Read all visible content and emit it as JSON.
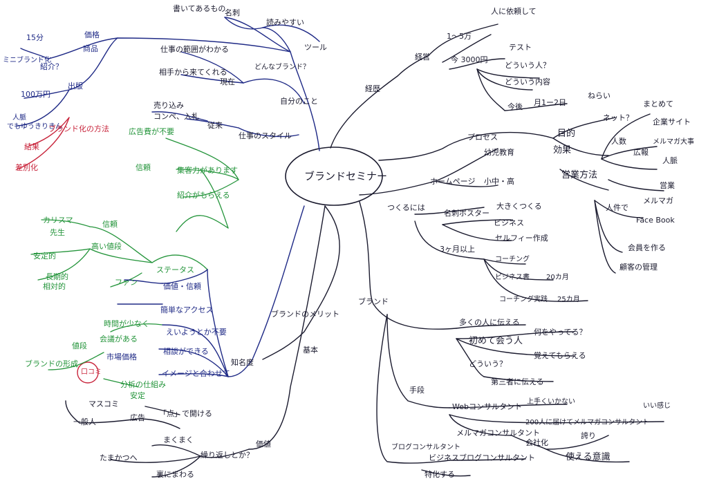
{
  "center": "ブランドセミナー",
  "left": {
    "tool": {
      "branch": "ツール",
      "items": [
        "書いてあるもの",
        "名刺",
        "読みやすい"
      ]
    },
    "jibun": {
      "branch": "自分のこと",
      "sub": "どんなブランド？",
      "items": [
        "仕事の範囲がわかる",
        "相手から来てくれる",
        "現在"
      ]
    },
    "style": {
      "branch": "仕事のスタイル",
      "sub": "従来",
      "items": [
        "売り込み",
        "コンペ、入札"
      ]
    },
    "meikaku": {
      "items": [
        "価格",
        "商品",
        "15分",
        "ミニブランド化",
        "紹介？",
        "100万円",
        "出版",
        "人脈",
        "でもゆうきりきん",
        "ブランド化の方法",
        "結果",
        "差別化"
      ]
    },
    "merit": {
      "branch": "ブランドのメリット",
      "sub": "知名度",
      "items": [
        "信頼",
        "集客力があります",
        "紹介がもらえる",
        "広告費が不要",
        "カリスマ",
        "先生",
        "信頼",
        "高い値段",
        "安定的",
        "長期的",
        "相対的",
        "ステータス",
        "価値・信頼",
        "ファン",
        "簡単なアクセス",
        "えいようとか不要",
        "相談ができる",
        "イメージと合わせて",
        "時間が少なく",
        "会議がある",
        "市場価格",
        "値段",
        "口コミ",
        "ブランドの形成",
        "安定",
        "分析の仕組み"
      ]
    },
    "kihon": {
      "branch": "基本",
      "sub": "価値",
      "items": [
        "マスコミ",
        "一般人",
        "広告",
        "「点」で開ける",
        "まくまく",
        "たまかつへ",
        "裏にまわる",
        "繰り返しとか？"
      ]
    }
  },
  "right": {
    "keireki": {
      "branch": "経歴",
      "sub": "経営",
      "items": [
        "1〜5万",
        "人に依頼して",
        "今 3000円",
        "テスト",
        "どういう人？",
        "どういう内容",
        "今後",
        "月1ー2日"
      ]
    },
    "houhou": {
      "items": [
        "目的",
        "効果",
        "ねらい",
        "ネット？",
        "まとめて",
        "企業サイト",
        "人数",
        "メルマガ大事",
        "広報",
        "人脈",
        "営業",
        "営業方法",
        "人件で",
        "メルマガ",
        "Face Book",
        "会員を作る",
        "顧客の管理"
      ]
    },
    "tsukuru": {
      "branch": "つくるには",
      "items": [
        "ホームページ",
        "プロセス",
        "幼児教育",
        "小中・高",
        "名刺ポスター",
        "大きくつくる",
        "ビジネス",
        "セルフィー作成",
        "3ヶ月以上",
        "コーチング",
        "ビジネス書",
        "20カ月",
        "コーチング実践",
        "25カ月"
      ]
    },
    "brand": {
      "branch": "ブランド",
      "items": [
        "多くの人に伝える",
        "初めて会う人",
        "何をやってる？",
        "覚えてもらえる",
        "どういう？",
        "第三者に伝える"
      ]
    },
    "shudan": {
      "branch": "手段",
      "items": [
        "Webコンサルタント",
        "上手くいかない",
        "いい感じ",
        "メルマガコンサルタント",
        "200人に届けてメルマガコンサルタント",
        "会社化",
        "誇り",
        "使える意識",
        "ブログコンサルタント",
        "ビジネスブログコンサルタント",
        "特化する"
      ]
    }
  }
}
